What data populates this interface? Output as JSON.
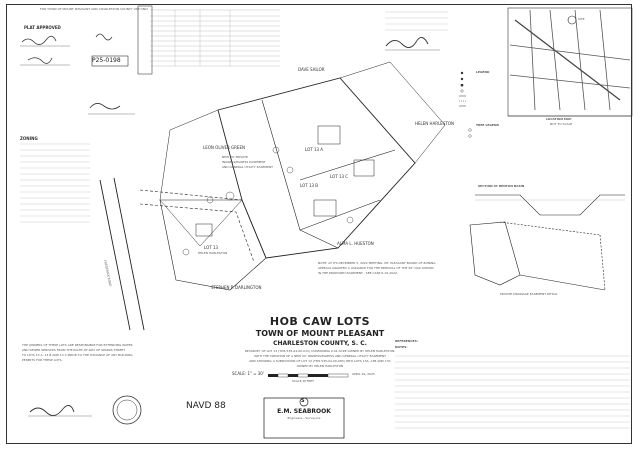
{
  "header": {
    "recording_strip": "FOR TOWN OF MOUNT PLEASANT AND CHARLESTON COUNTY USE ONLY",
    "plat_approved": "PLAT APPROVED",
    "plat_number": "P25-0198"
  },
  "title": {
    "line1": "HOB CAW LOTS",
    "line2": "TOWN OF MOUNT PLEASANT",
    "line3": "CHARLESTON COUNTY, S. C.",
    "desc1": "RESURVEY OF LOT 13 (TMS 535-04-00-011) CONTAINING 0.44 ACRE OWNED BY HELEN HARLESTON,",
    "desc2": "WITH THE CREATION OF A NEW 20' INGRESS/EGRESS AND GENERAL UTILITY EASEMENT",
    "desc3": "AND SHOWING A SUBDIVISION OF LOT 13 (TMS 535-04-00-083) INTO LOTS 13A, 13B AND 13C",
    "desc4": "OWNED BY HELEN HARLESTON"
  },
  "scale": {
    "text": "SCALE: 1\" = 30'",
    "feet_label": "SCALE IN FEET",
    "date": "APRIL 29, 2025"
  },
  "datum": "NAVD 88",
  "surveyor": {
    "name": "E.M. SEABROOK",
    "tag": "Engineers - Surveyors",
    "logo_letter": "S"
  },
  "labels": {
    "owner_top": "DAVE SAILOR",
    "owner_left": "LEON OLIVER GREEN",
    "owner_right": "HELEN HARLESTON",
    "owner_mid": "ALMA L. HUESTON",
    "owner_bottom": "STEPHEN P. DARLINGTON",
    "lot_13a": "LOT 13 A",
    "lot_13b": "LOT 13 B",
    "lot_13c": "LOT 13 C",
    "lot_13": "LOT 13",
    "lot_13_owner": "HELEN HARLESTON",
    "easement1": "NEW 20' PRIVATE",
    "easement2": "INGRESS/EGRESS EASEMENT",
    "easement3": "AND GENERAL UTILITY EASEMENT",
    "street": "FREDERICK ROAD",
    "zoning_title": "ZONING",
    "section": "SECTION AT RENTON BASIN",
    "drainage_detail": "PRIVATE DRAINAGE EASEMENT DETAIL",
    "legend": "LEGEND",
    "tree_legend": "TREE LEGEND",
    "location_map": "LOCATION MAP",
    "location_scale": "NOT TO SCALE",
    "site": "SITE",
    "references": "REFERENCES:",
    "notes": "NOTES:",
    "boa_note1": "NOTE: AT ITS DECEMBER 5, 2022 MEETING, MT. PLEASANT BOARD OF ZONING",
    "boa_note2": "APPEALS GRANTED A VARIANCE FOR THE REMOVAL OF THE 36\" OAK SHOWN",
    "boa_note3": "IN THE PROPOSED EASEMENT - SEE CASE 6-19-2022.",
    "owners_note1": "THE OWNERS OF THESE LOTS ARE RESPONSIBLE FOR EXTENDING WATER",
    "owners_note2": "AND SEWER SERVICES FROM THE RIGHT-OF-WAY OF SPARKS STREET",
    "owners_note3": "TO LOTS 13 A, 13 B AND 13 C PRIOR TO THE ISSUANCE OF ANY BUILDING",
    "owners_note4": "PERMITS FOR THESE LOTS."
  }
}
